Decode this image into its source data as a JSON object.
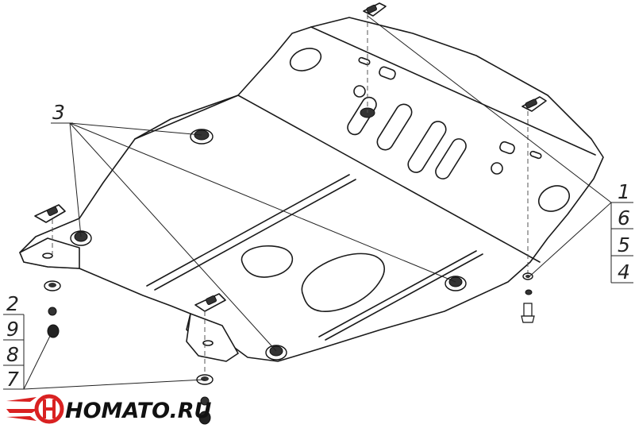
{
  "diagram": {
    "callouts": {
      "top_left": "3",
      "right": [
        "1",
        "6",
        "5",
        "4"
      ],
      "left": [
        "2",
        "9",
        "8",
        "7"
      ]
    }
  },
  "brand": {
    "name": "HOMATO.RU",
    "colors": {
      "accent": "#d92121",
      "ink": "#111111"
    }
  }
}
